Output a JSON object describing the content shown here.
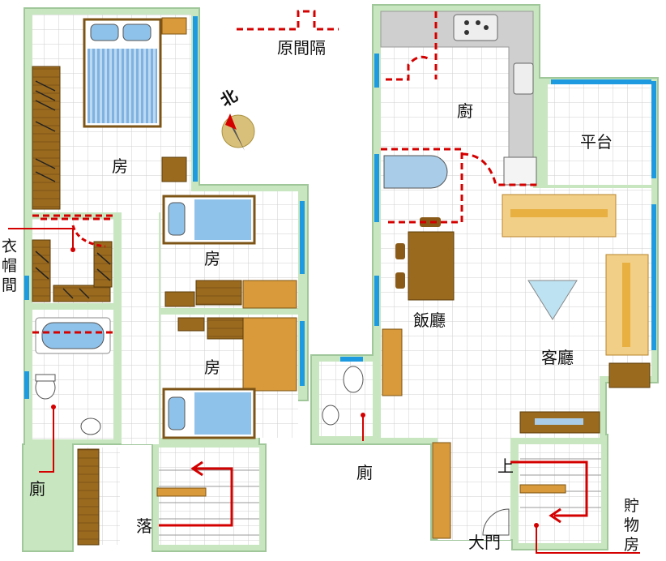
{
  "labels": {
    "original_partition": "原間隔",
    "north": "北",
    "bedroom_master": "房",
    "bedroom_2": "房",
    "bedroom_3": "房",
    "walk_in_closet": [
      "衣",
      "帽",
      "間"
    ],
    "toilet_left": "廁",
    "stairs_down": "落",
    "kitchen": "廚",
    "terrace": "平台",
    "dining": "飯廳",
    "living": "客廳",
    "toilet_right": "廁",
    "stairs_up": "上",
    "main_door": "大門",
    "storage": [
      "貯",
      "物",
      "房"
    ]
  },
  "colors": {
    "wall": "#c8e6c0",
    "floor_tile": "#ffffff",
    "tile_line": "#cfcfcf",
    "window": "#1e9be0",
    "furniture_brown": "#9a6a1f",
    "furniture_tan": "#d89a3a",
    "bed_blue": "#8ec2ea",
    "sofa": "#f2cf86",
    "kitchen_counter": "#cfcfcf",
    "partition_red": "#d40000",
    "callout_red": "#d40000"
  }
}
